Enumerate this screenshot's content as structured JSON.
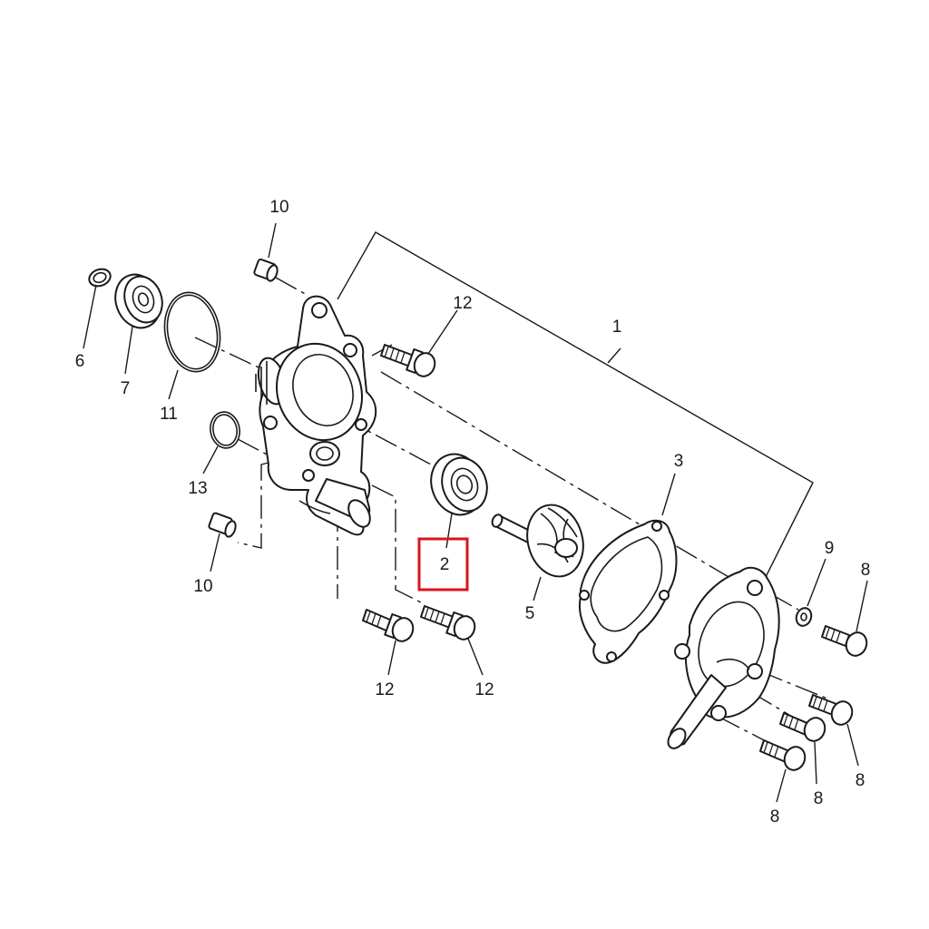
{
  "diagram": {
    "highlight_color": "#d8141c",
    "highlighted_part": "2",
    "callouts": {
      "c1": "1",
      "c2": "2",
      "c3": "3",
      "c5": "5",
      "c6": "6",
      "c7": "7",
      "c8a": "8",
      "c8b": "8",
      "c8c": "8",
      "c8d": "8",
      "c9": "9",
      "c10a": "10",
      "c10b": "10",
      "c11": "11",
      "c12a": "12",
      "c12b": "12",
      "c12c": "12",
      "c13": "13"
    }
  }
}
